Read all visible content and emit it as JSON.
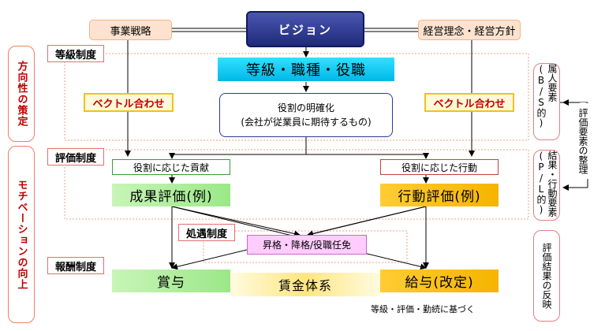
{
  "top": {
    "strategy": "事業戦略",
    "vision": "ビジョン",
    "philosophy": "経営理念・経営方針"
  },
  "left_side": {
    "direction": "方向性の策定",
    "motivation": "モチベーションの向上"
  },
  "sections": {
    "grade": "等級制度",
    "evaluation": "評価制度",
    "treatment": "処遇制度",
    "compensation": "報酬制度"
  },
  "grade_system": {
    "title": "等級・職種・役職",
    "vector_left": "ベクトル合わせ",
    "vector_right": "ベクトル合わせ",
    "role_line1": "役割の明確化",
    "role_line2": "(会社が従業員に期待するもの)"
  },
  "evaluation_system": {
    "contribution": "役割に応じた貢献",
    "action": "役割に応じた行動",
    "result_eval": "成果評価(例)",
    "action_eval": "行動評価(例)"
  },
  "treatment_system": {
    "promotion": "昇格・降格/役職任免"
  },
  "compensation_system": {
    "bonus": "賞与",
    "wage_system": "賃金体系",
    "salary": "給与(改定)",
    "note": "等級・評価・勤続に基づく"
  },
  "right_side": {
    "attribute": "属人要素(B/S的)",
    "organize": "評価要素の整理",
    "result_action": "結果・行動要素(P/L的)",
    "reflect": "評価結果の反映"
  }
}
